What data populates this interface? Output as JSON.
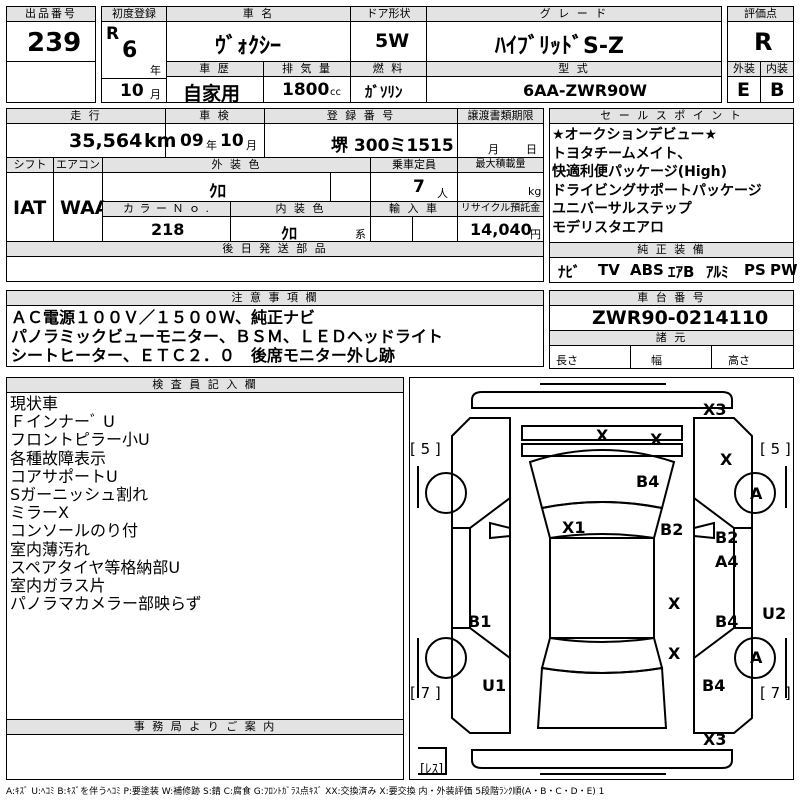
{
  "row1": {
    "lot_label": "出品番号",
    "lot_value": "239",
    "first_reg_label": "初度登録",
    "era": "R",
    "year": "6",
    "year_unit": "年",
    "month": "10",
    "month_unit": "月",
    "name_label": "車 名",
    "name_value": "ｳﾞｫｸｼｰ",
    "door_label": "ドア形状",
    "door_value": "5W",
    "grade_label": "グ レ ー ド",
    "grade_value": "ﾊｲﾌﾞﾘｯﾄﾞS-Z",
    "score_label": "評価点",
    "score_value": "R",
    "history_label": "車 歴",
    "history_value": "自家用",
    "displacement_label": "排 気 量",
    "displacement_value": "1800",
    "displacement_unit": "cc",
    "fuel_label": "燃 料",
    "fuel_value": "ｶﾞｿﾘﾝ",
    "model_label": "型 式",
    "model_value": "6AA-ZWR90W",
    "ext_label": "外装",
    "ext_value": "E",
    "int_label": "内装",
    "int_value": "B"
  },
  "row2": {
    "mileage_label": "走 行",
    "mileage_value": "35,564",
    "mileage_unit": "km",
    "inspection_label": "車 検",
    "inspection_year": "09",
    "inspection_year_unit": "年",
    "inspection_month": "10",
    "inspection_month_unit": "月",
    "plate_label": "登 録 番 号",
    "plate_value": "堺 300ミ1515",
    "transfer_label": "譲渡書類期限",
    "transfer_month_unit": "月",
    "transfer_day_unit": "日",
    "shift_label": "シフト",
    "shift_value": "IAT",
    "ac_label": "エアコン",
    "ac_value": "WAA",
    "color_label": "外 装 色",
    "color_value": "ｸﾛ",
    "capacity_label": "乗車定員",
    "capacity_value": "7",
    "capacity_unit": "人",
    "load_label": "最大積載量",
    "load_unit": "kg",
    "colorno_label": "カ ラ ー Ｎ ｏ .",
    "colorno_value": "218",
    "interior_label": "内 装 色",
    "interior_value": "ｸﾛ",
    "interior_unit": "系",
    "import_label": "輸 入 車",
    "recycle_label": "リサイクル預託金",
    "recycle_value": "14,040",
    "recycle_unit": "円",
    "later_label": "後 日 発 送 部 品"
  },
  "sales": {
    "label": "セ ー ル ス ポ イ ン ト",
    "lines": [
      "★オークションデビュー★",
      "トヨタチームメイト、",
      "快適利便パッケージ(High)",
      "ドライビングサポートパッケージ",
      "ユニバーサルステップ",
      "モデリスタエアロ"
    ],
    "equip_label": "純 正 装 備",
    "equip": [
      "ﾅﾋﾞ",
      "TV",
      "ABS",
      "ｴｱB",
      "ｱﾙﾐ",
      "PS",
      "PW"
    ]
  },
  "caution": {
    "label": "注 意 事 項 欄",
    "lines": [
      "ＡＣ電源１００Ｖ／１５００Ｗ、純正ナビ",
      "パノラミックビューモニター、ＢＳＭ、ＬＥＤヘッドライト",
      "シートヒーター、ＥＴＣ２．０　後席モニター外し跡"
    ]
  },
  "chassis": {
    "label": "車 台 番 号",
    "value": "ZWR90-0214110",
    "dims_label": "諸 元",
    "length_label": "長さ",
    "width_label": "幅",
    "height_label": "高さ"
  },
  "inspector": {
    "label": "検 査 員 記 入 欄",
    "lines": [
      "現状車",
      "Ｆインナーﾞ U",
      "フロントピラー小U",
      "各種故障表示",
      "コアサポートU",
      "Sガーニッシュ割れ",
      "ミラーX",
      "コンソールのり付",
      "室内薄汚れ",
      "スペアタイヤ等格納部U",
      "室内ガラス片",
      "パノラマカメラー部映らず"
    ]
  },
  "office": {
    "label": "事 務 局 よ り ご 案 内"
  },
  "diagram": {
    "marks": [
      "X3",
      "X",
      "X",
      "X",
      "B4",
      "A",
      "X1",
      "B2",
      "B2",
      "A4",
      "B1",
      "X",
      "B4",
      "U2",
      "X",
      "A",
      "U1",
      "B4",
      "X3"
    ],
    "brackets": [
      "[ 5 ]",
      "[ 5 ]",
      "[ 7 ]",
      "[ 7 ]",
      "[ﾚｽ]"
    ]
  },
  "legend": "A:ｷｽﾞ U:ﾍｺﾐ B:ｷｽﾞを伴うﾍｺﾐ P:要塗装 W:補修跡 S:錆 C:腐食 G:ﾌﾛﾝﾄｶﾞﾗｽ点ｷｽﾞ XX:交換済み X:要交換  内・外装評価 5段階ﾗﾝｸ順(A・B・C・D・E) 1"
}
